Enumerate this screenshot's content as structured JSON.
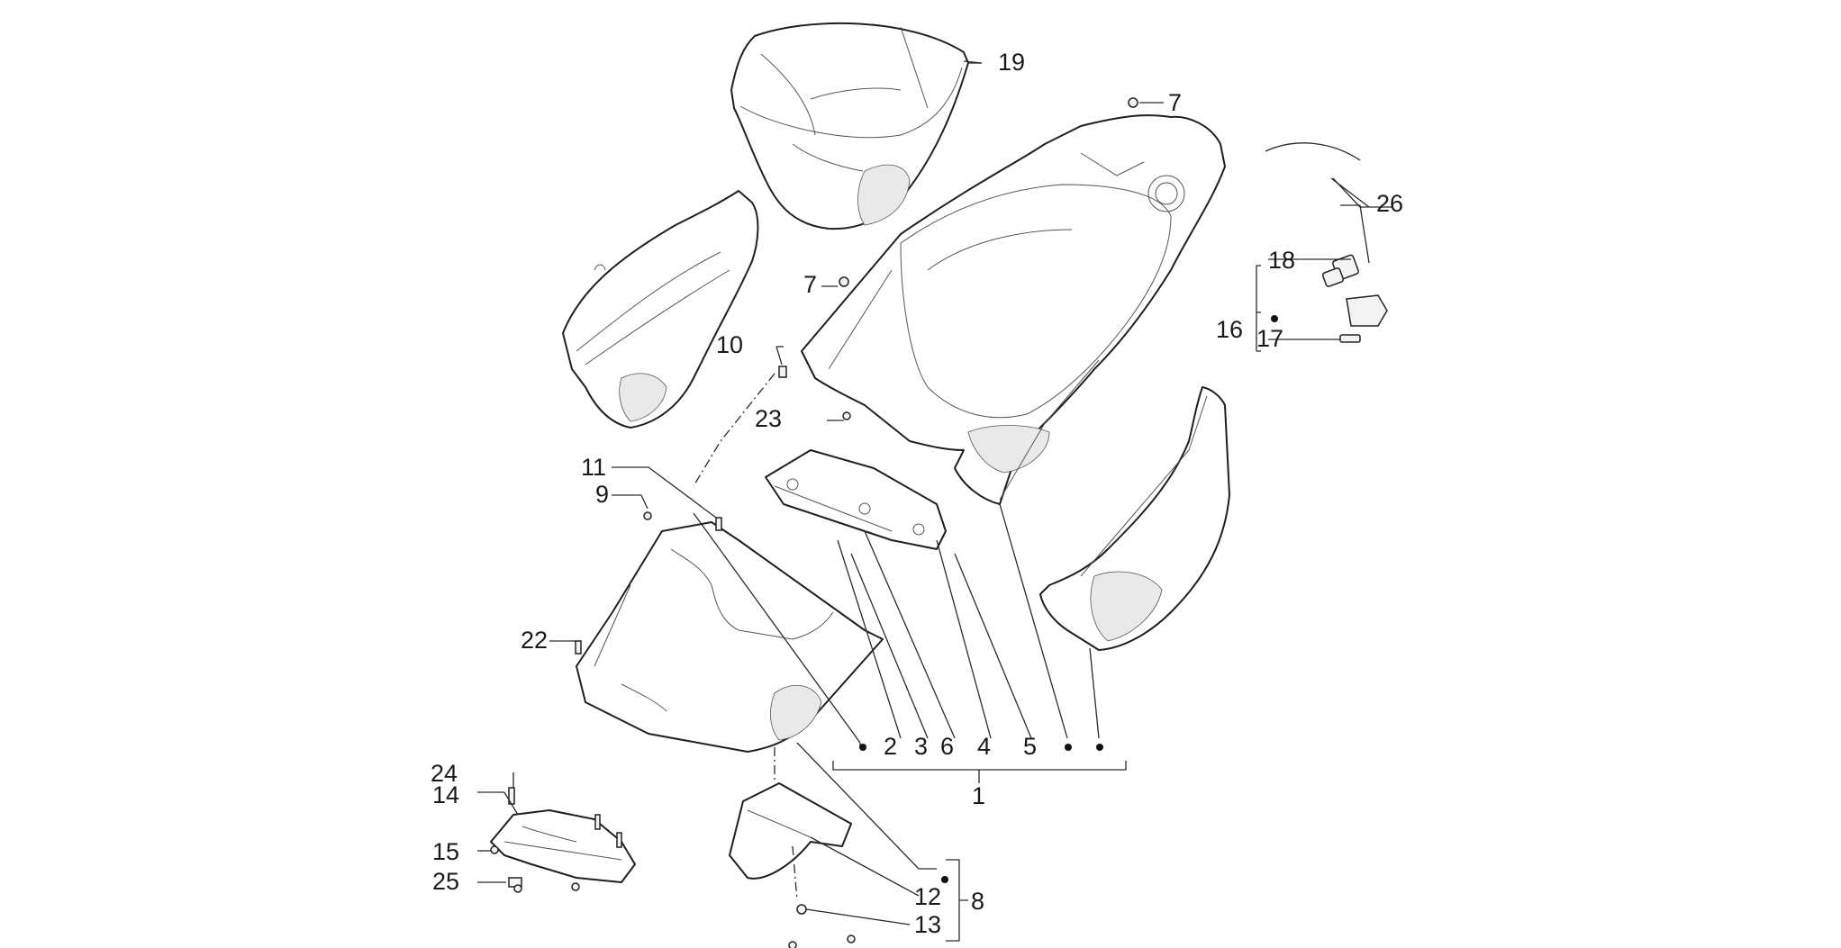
{
  "diagram": {
    "callouts": [
      {
        "id": "c1",
        "label": "1"
      },
      {
        "id": "c2",
        "label": "2"
      },
      {
        "id": "c3",
        "label": "3"
      },
      {
        "id": "c4",
        "label": "4"
      },
      {
        "id": "c5",
        "label": "5"
      },
      {
        "id": "c6",
        "label": "6"
      },
      {
        "id": "c7a",
        "label": "7"
      },
      {
        "id": "c7b",
        "label": "7"
      },
      {
        "id": "c8",
        "label": "8"
      },
      {
        "id": "c9",
        "label": "9"
      },
      {
        "id": "c10",
        "label": "10"
      },
      {
        "id": "c11",
        "label": "11"
      },
      {
        "id": "c12",
        "label": "12"
      },
      {
        "id": "c13",
        "label": "13"
      },
      {
        "id": "c14",
        "label": "14"
      },
      {
        "id": "c15",
        "label": "15"
      },
      {
        "id": "c16",
        "label": "16"
      },
      {
        "id": "c17",
        "label": "17"
      },
      {
        "id": "c18",
        "label": "18"
      },
      {
        "id": "c19",
        "label": "19"
      },
      {
        "id": "c22",
        "label": "22"
      },
      {
        "id": "c23",
        "label": "23"
      },
      {
        "id": "c24",
        "label": "24"
      },
      {
        "id": "c25",
        "label": "25"
      },
      {
        "id": "c26",
        "label": "26"
      }
    ]
  }
}
